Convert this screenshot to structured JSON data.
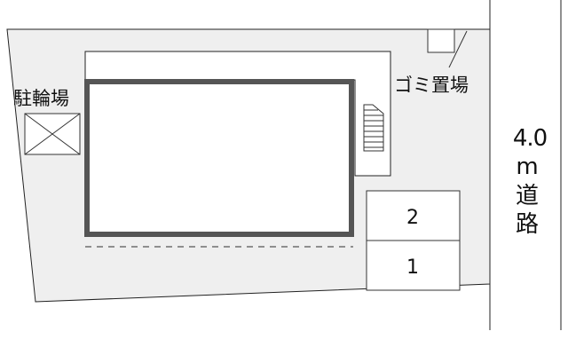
{
  "labels": {
    "bicycle_parking": "駐輪場",
    "garbage_area": "ゴミ置場",
    "road_width": "4.0",
    "road_unit": "m",
    "road_word_1": "道",
    "road_word_2": "路"
  },
  "parking_spaces": [
    "2",
    "1"
  ],
  "colors": {
    "lot_fill": "#efefef",
    "building_fill": "#ffffff",
    "building_border": "#555555",
    "line": "#222222"
  },
  "icons": {
    "bicycle_parking": "crossed-box-icon",
    "stairs": "stairs-icon",
    "garbage_box": "garbage-box-icon"
  }
}
